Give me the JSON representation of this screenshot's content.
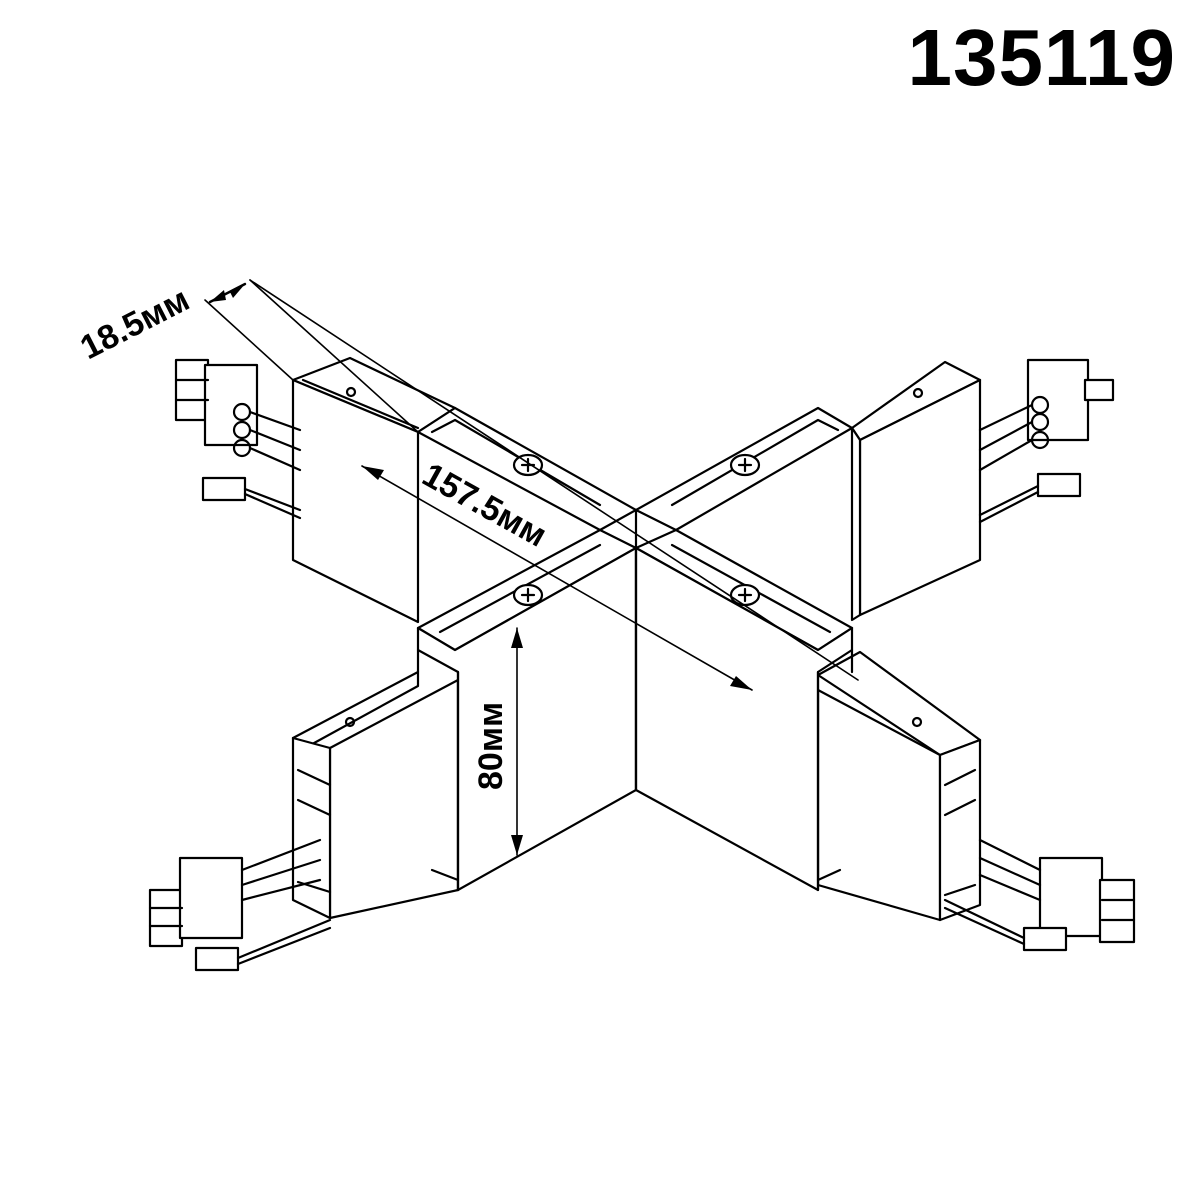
{
  "product": {
    "code": "135119"
  },
  "dimensions": {
    "width_label": "18.5мм",
    "length_label": "157.5мм",
    "height_label": "80мм"
  },
  "colors": {
    "line": "#000000",
    "background": "#ffffff"
  }
}
